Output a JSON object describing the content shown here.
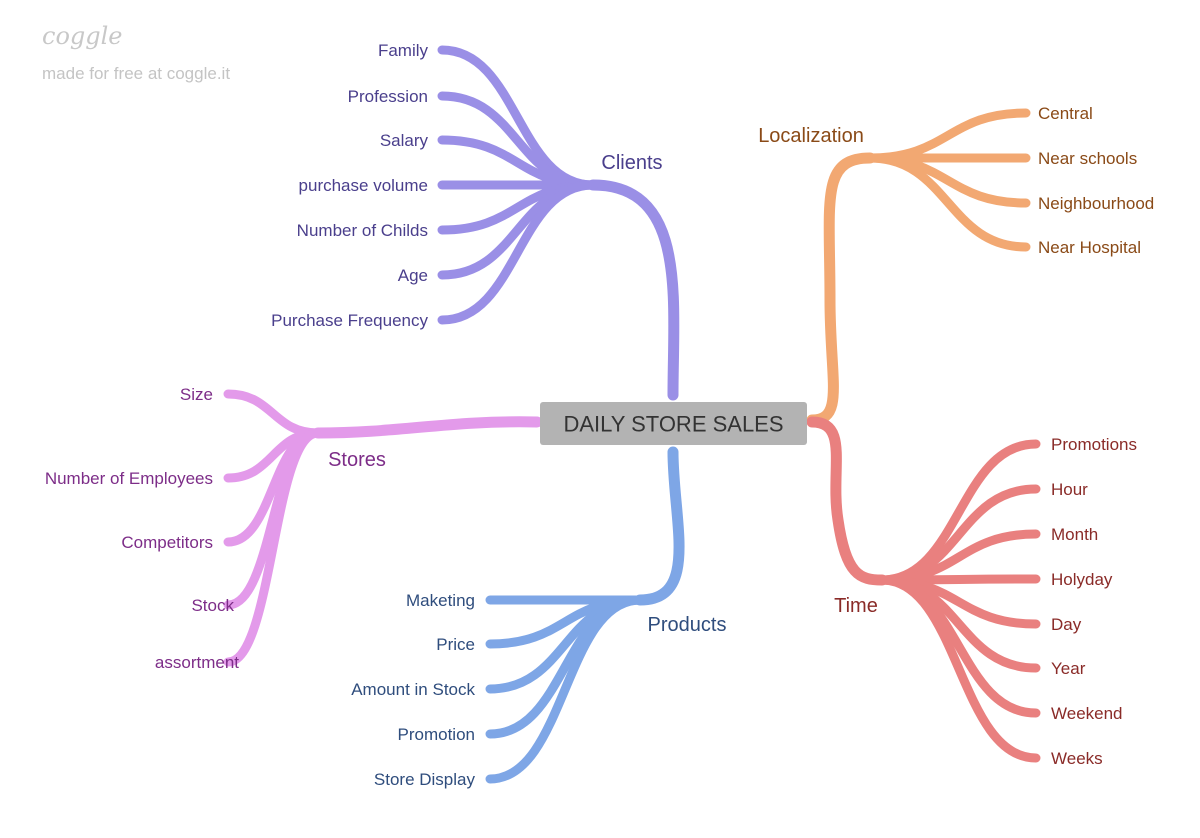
{
  "watermark": {
    "logo": "coggle",
    "tagline": "made for free at coggle.it"
  },
  "root": {
    "label": "DAILY STORE SALES"
  },
  "branches": {
    "clients": {
      "label": "Clients",
      "color": "#9a8fe6",
      "text_color": "#4a3f8c",
      "children": [
        "Family",
        "Profession",
        "Salary",
        "purchase volume",
        "Number of Childs",
        "Age",
        "Purchase Frequency"
      ]
    },
    "localization": {
      "label": "Localization",
      "color": "#f2a872",
      "text_color": "#8a4a17",
      "children": [
        "Central",
        "Near schools",
        "Neighbourhood",
        "Near Hospital"
      ]
    },
    "stores": {
      "label": "Stores",
      "color": "#e39aea",
      "text_color": "#7d2d88",
      "children": [
        "Size",
        "Number of Employees",
        "Competitors",
        "Stock",
        "assortment"
      ]
    },
    "products": {
      "label": "Products",
      "color": "#7ea6e6",
      "text_color": "#2f4d7d",
      "children": [
        "Maketing",
        "Price",
        "Amount in Stock",
        "Promotion",
        "Store Display"
      ]
    },
    "time": {
      "label": "Time",
      "color": "#e9807f",
      "text_color": "#8a2b28",
      "children": [
        "Promotions",
        "Hour",
        "Month",
        "Holyday",
        "Day",
        "Year",
        "Weekend",
        "Weeks"
      ]
    }
  }
}
